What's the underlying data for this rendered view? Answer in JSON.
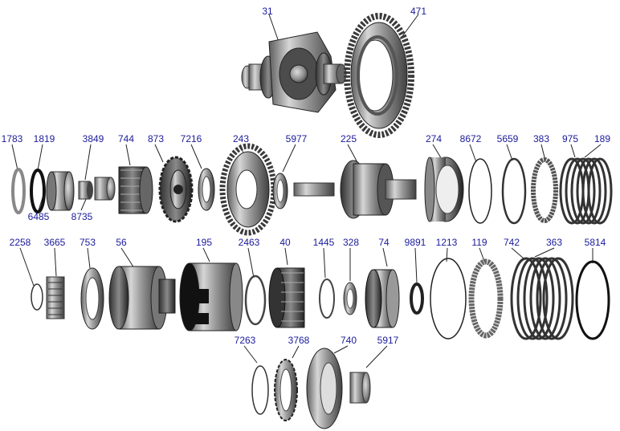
{
  "diagram": {
    "parts": [
      {
        "id": "31",
        "label": "31",
        "kind": "differential"
      },
      {
        "id": "471",
        "label": "471",
        "kind": "ring-gear"
      },
      {
        "id": "1783",
        "label": "1783",
        "kind": "thin-ring"
      },
      {
        "id": "1819",
        "label": "1819",
        "kind": "black-ring"
      },
      {
        "id": "6485",
        "label": "6485",
        "kind": "bearing"
      },
      {
        "id": "3849",
        "label": "3849",
        "kind": "small-bearing"
      },
      {
        "id": "8735",
        "label": "8735",
        "kind": "small-bearing"
      },
      {
        "id": "744",
        "label": "744",
        "kind": "helical-gear"
      },
      {
        "id": "873",
        "label": "873",
        "kind": "spur-gear"
      },
      {
        "id": "7216",
        "label": "7216",
        "kind": "bearing-race"
      },
      {
        "id": "243",
        "label": "243",
        "kind": "large-gear"
      },
      {
        "id": "5977",
        "label": "5977",
        "kind": "bearing-race"
      },
      {
        "id": "225",
        "label": "225",
        "kind": "shaft-assembly"
      },
      {
        "id": "274",
        "label": "274",
        "kind": "drum"
      },
      {
        "id": "8672",
        "label": "8672",
        "kind": "snap-ring"
      },
      {
        "id": "5659",
        "label": "5659",
        "kind": "thin-ring"
      },
      {
        "id": "383",
        "label": "383",
        "kind": "friction-plate"
      },
      {
        "id": "975",
        "label": "975",
        "kind": "clutch-pack"
      },
      {
        "id": "189",
        "label": "189",
        "kind": "clutch-pack"
      },
      {
        "id": "2258",
        "label": "2258",
        "kind": "snap-ring"
      },
      {
        "id": "3665",
        "label": "3665",
        "kind": "cage-bearing"
      },
      {
        "id": "753",
        "label": "753",
        "kind": "bearing-race"
      },
      {
        "id": "56",
        "label": "56",
        "kind": "clutch-drum"
      },
      {
        "id": "195",
        "label": "195",
        "kind": "slotted-drum"
      },
      {
        "id": "2463",
        "label": "2463",
        "kind": "tab-ring"
      },
      {
        "id": "40",
        "label": "40",
        "kind": "clutch-hub"
      },
      {
        "id": "1445",
        "label": "1445",
        "kind": "tab-ring"
      },
      {
        "id": "328",
        "label": "328",
        "kind": "washer"
      },
      {
        "id": "74",
        "label": "74",
        "kind": "inner-drum"
      },
      {
        "id": "9891",
        "label": "9891",
        "kind": "seal"
      },
      {
        "id": "1213",
        "label": "1213",
        "kind": "snap-ring"
      },
      {
        "id": "119",
        "label": "119",
        "kind": "friction-plate"
      },
      {
        "id": "742",
        "label": "742",
        "kind": "clutch-pack"
      },
      {
        "id": "363",
        "label": "363",
        "kind": "clutch-pack"
      },
      {
        "id": "5814",
        "label": "5814",
        "kind": "black-ring"
      },
      {
        "id": "7263",
        "label": "7263",
        "kind": "snap-ring"
      },
      {
        "id": "3768",
        "label": "3768",
        "kind": "cage-bearing"
      },
      {
        "id": "740",
        "label": "740",
        "kind": "piston"
      },
      {
        "id": "5917",
        "label": "5917",
        "kind": "small-bearing"
      }
    ]
  }
}
